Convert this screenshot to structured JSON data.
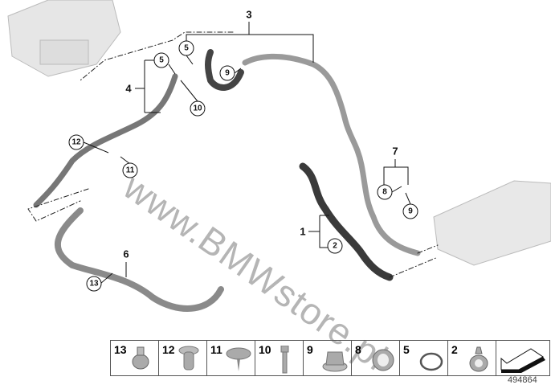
{
  "watermark": "www.BMWstore.pl",
  "callouts": {
    "c3": "3",
    "c4": "4",
    "c7": "7",
    "c1": "1",
    "c6": "6",
    "c5a": "5",
    "c5b": "5",
    "c9a": "9",
    "c10": "10",
    "c12": "12",
    "c11": "11",
    "c8": "8",
    "c9b": "9",
    "c2": "2",
    "c13": "13"
  },
  "legend": [
    {
      "num": "13",
      "icon": "clip-icon"
    },
    {
      "num": "12",
      "icon": "expanding-nut-icon"
    },
    {
      "num": "11",
      "icon": "rivet-icon"
    },
    {
      "num": "10",
      "icon": "screw-icon"
    },
    {
      "num": "9",
      "icon": "nut-icon"
    },
    {
      "num": "8",
      "icon": "holder-icon"
    },
    {
      "num": "5",
      "icon": "o-ring-icon"
    },
    {
      "num": "2",
      "icon": "clamp-icon"
    }
  ],
  "document_number": "494864"
}
